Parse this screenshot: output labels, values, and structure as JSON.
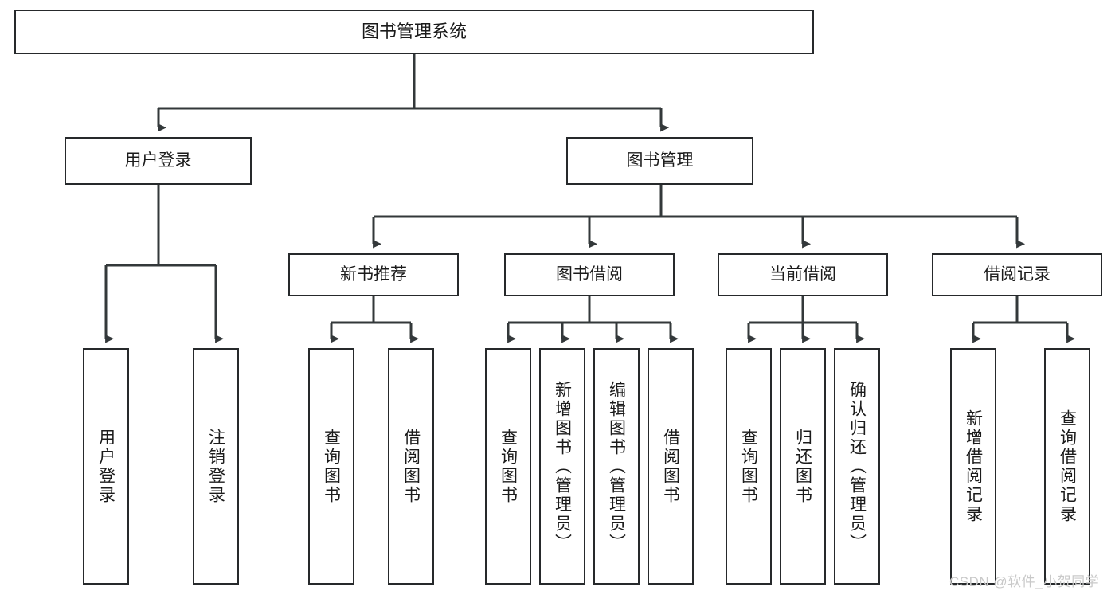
{
  "diagram": {
    "title_text": "图书管理系统",
    "type": "hierarchy-tree",
    "orientation": "top-down",
    "colors": {
      "box_stroke": "#26292b",
      "box_fill": "#ffffff",
      "edge_stroke": "#33383a",
      "text": "#1b1b1b",
      "watermark": "#c9c9c9",
      "background": "#ffffff"
    }
  },
  "nodes": {
    "root": {
      "label": "图书管理系统"
    },
    "level2": [
      {
        "id": "user-login",
        "label": "用户登录"
      },
      {
        "id": "book-manage",
        "label": "图书管理"
      }
    ],
    "level3": [
      {
        "id": "new-book-recommend",
        "label": "新书推荐"
      },
      {
        "id": "book-borrow",
        "label": "图书借阅"
      },
      {
        "id": "current-borrow",
        "label": "当前借阅"
      },
      {
        "id": "borrow-record",
        "label": "借阅记录"
      }
    ],
    "leaves": {
      "user_login": [
        {
          "id": "leaf-user-login",
          "label": "用户登录"
        },
        {
          "id": "leaf-logout-login",
          "label": "注销登录"
        }
      ],
      "new_book_recommend": [
        {
          "id": "leaf-query-book-1",
          "label": "查询图书"
        },
        {
          "id": "leaf-borrow-book-1",
          "label": "借阅图书"
        }
      ],
      "book_borrow": [
        {
          "id": "leaf-query-book-2",
          "label": "查询图书"
        },
        {
          "id": "leaf-add-book",
          "label": "新增图书（管理员）"
        },
        {
          "id": "leaf-edit-book",
          "label": "编辑图书（管理员）"
        },
        {
          "id": "leaf-borrow-book-2",
          "label": "借阅图书"
        }
      ],
      "current_borrow": [
        {
          "id": "leaf-query-book-3",
          "label": "查询图书"
        },
        {
          "id": "leaf-return-book",
          "label": "归还图书"
        },
        {
          "id": "leaf-confirm-return",
          "label": "确认归还（管理员）"
        }
      ],
      "borrow_record": [
        {
          "id": "leaf-add-record",
          "label": "新增借阅记录"
        },
        {
          "id": "leaf-query-record",
          "label": "查询借阅记录"
        }
      ]
    }
  },
  "watermark": {
    "text": "CSDN @软件_小贺同学"
  }
}
